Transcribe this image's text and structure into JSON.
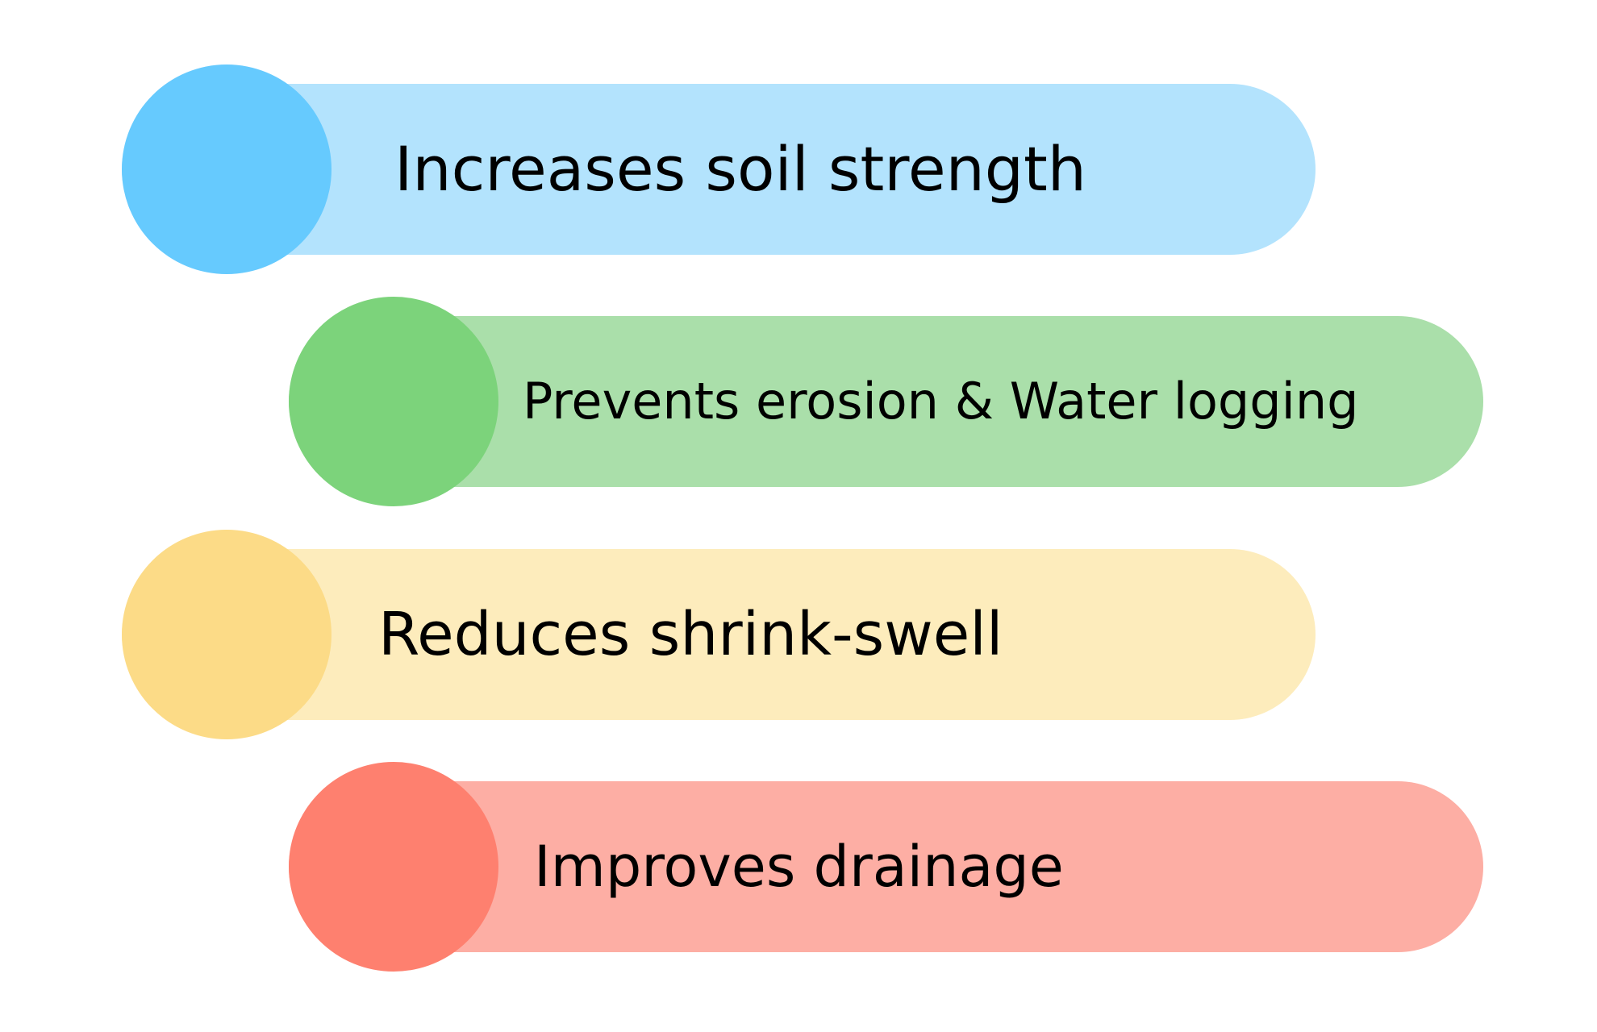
{
  "items": [
    {
      "label": "Increases soil strength",
      "pill_color": "#b3e3fd",
      "dot_color": "#66cafe"
    },
    {
      "label": "Prevents erosion & Water logging",
      "pill_color": "#aadfaa",
      "dot_color": "#7cd37b"
    },
    {
      "label": "Reduces shrink-swell",
      "pill_color": "#fdecbc",
      "dot_color": "#fcdb87"
    },
    {
      "label": "Improves drainage",
      "pill_color": "#fdaea4",
      "dot_color": "#fe806f"
    }
  ]
}
